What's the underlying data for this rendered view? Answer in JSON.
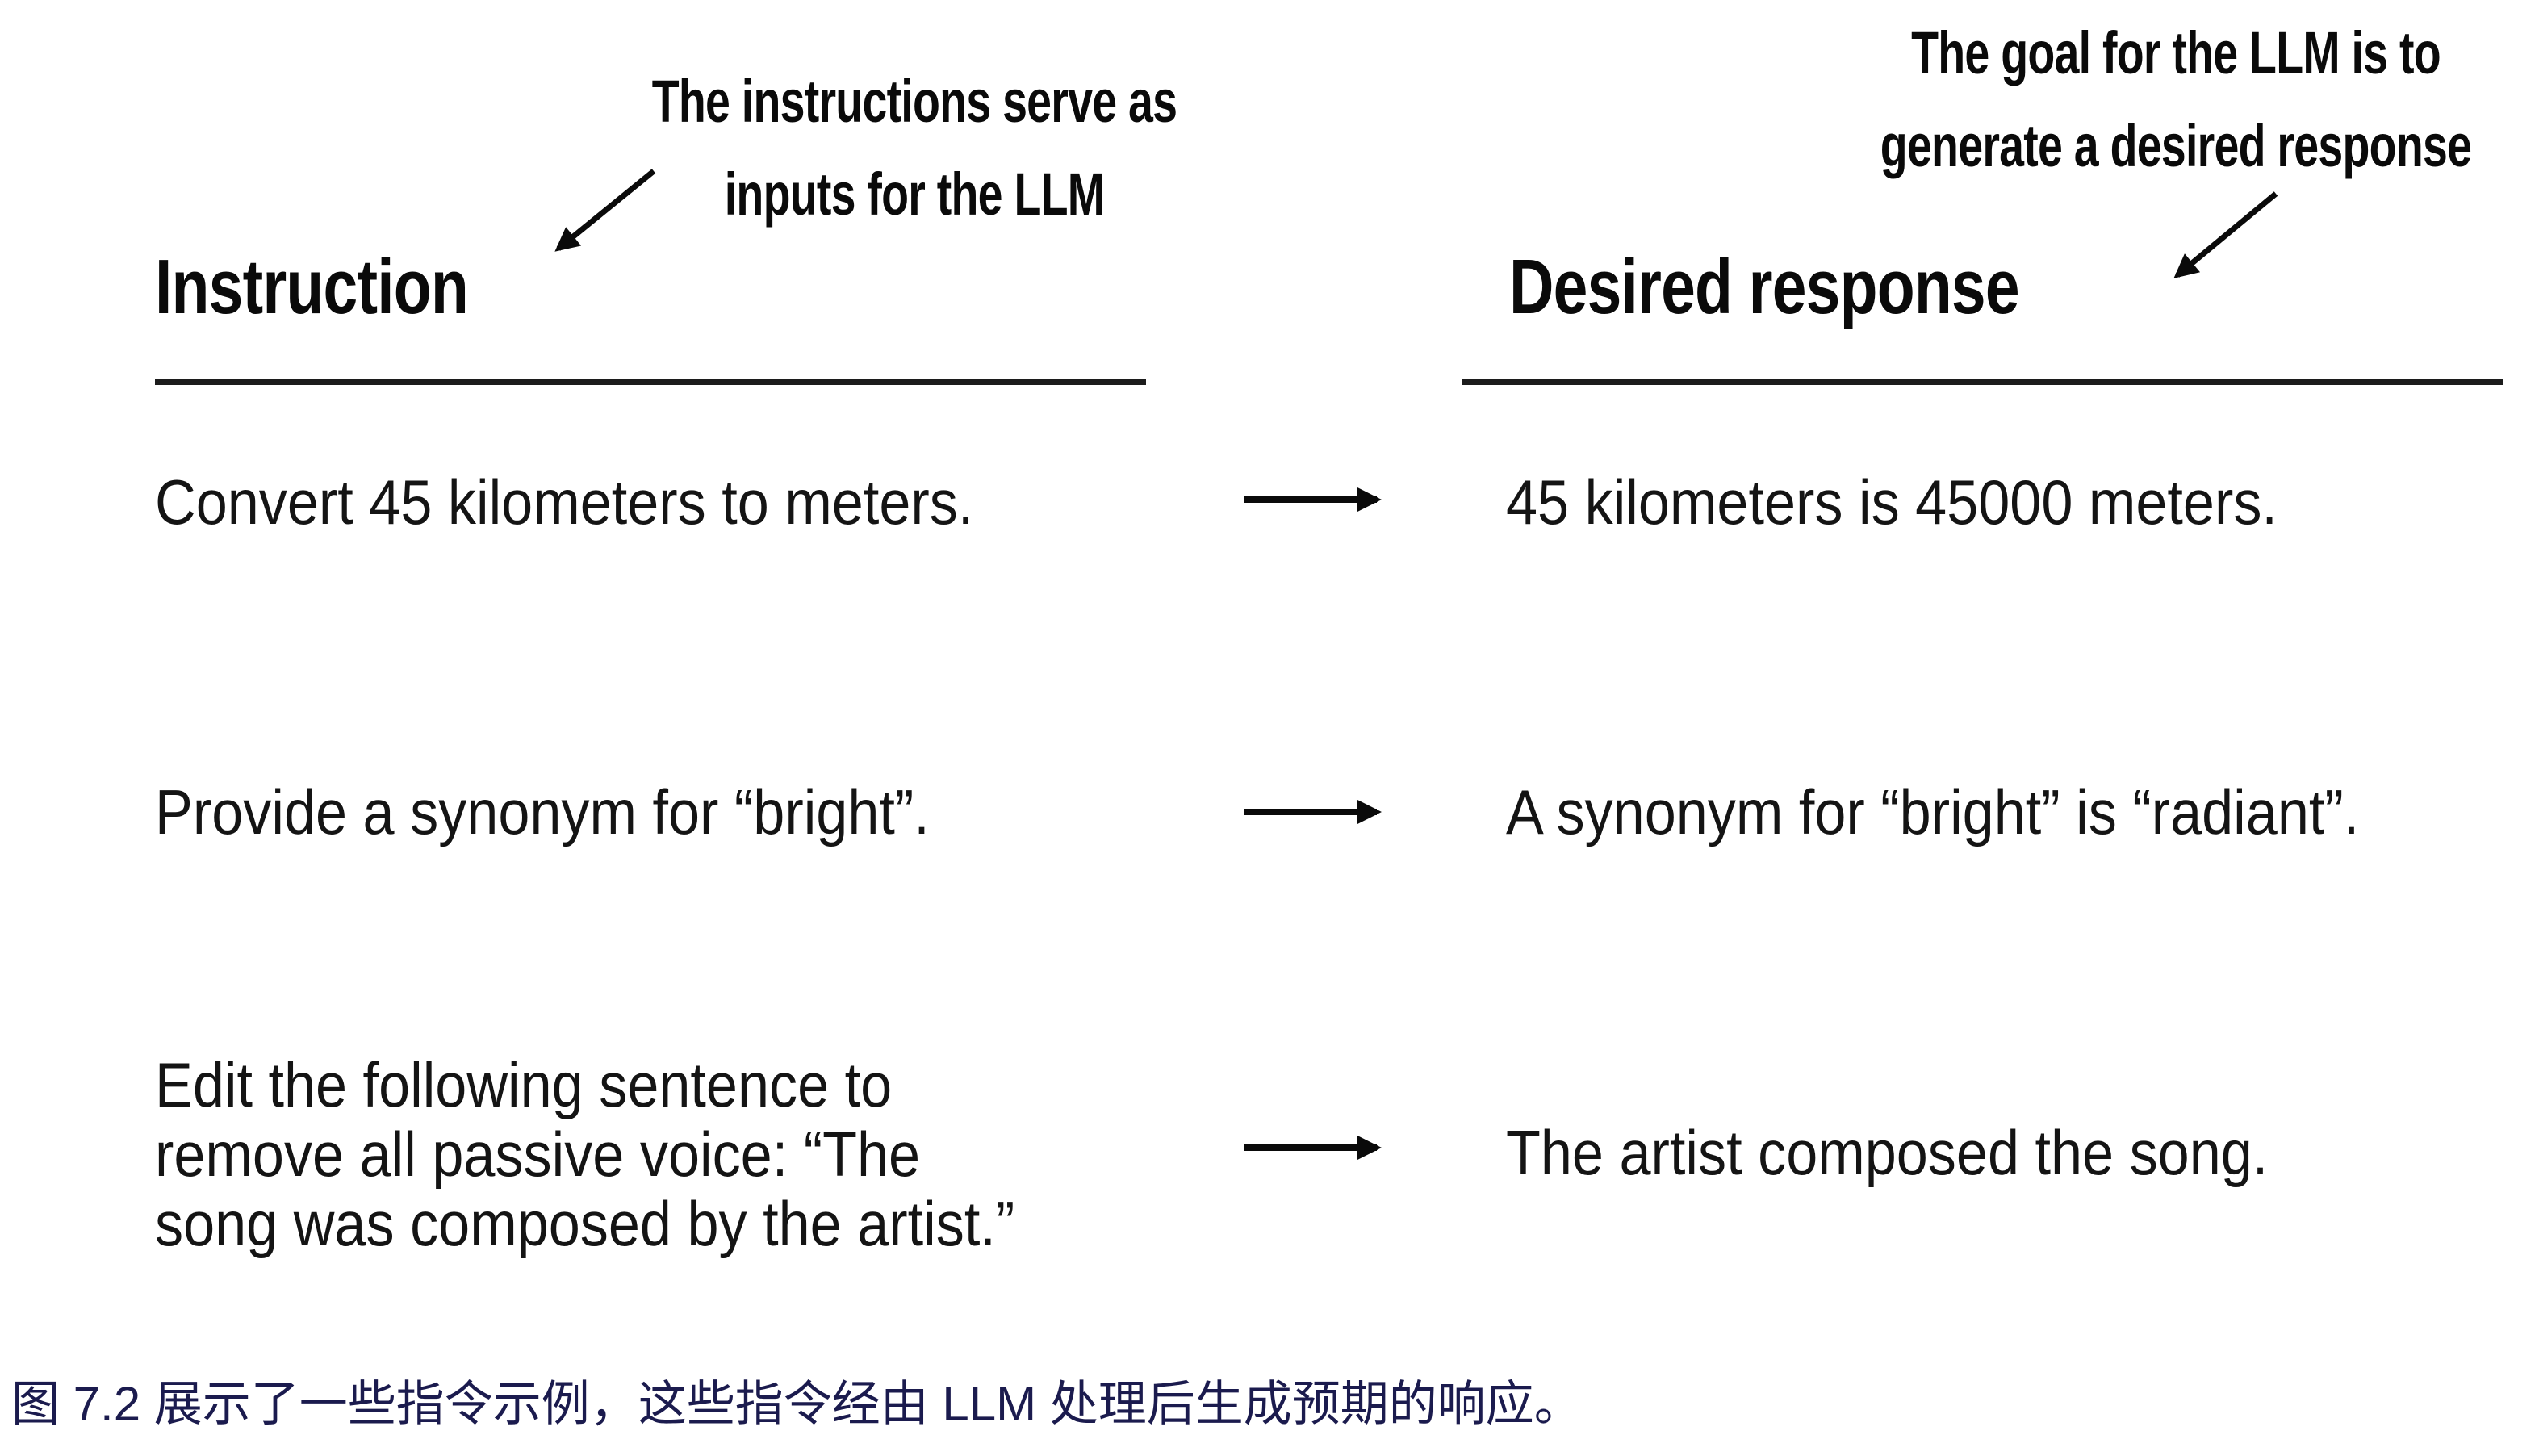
{
  "figure": {
    "annotations": {
      "left": "The instructions serve as\ninputs for the LLM",
      "right": "The goal for the LLM is to\ngenerate a desired response"
    },
    "columns": {
      "left_header": "Instruction",
      "right_header": "Desired response"
    },
    "rows": [
      {
        "instruction": "Convert 45 kilometers to meters.",
        "response": "45 kilometers is 45000 meters."
      },
      {
        "instruction": "Provide a synonym for “bright”.",
        "response": "A synonym for “bright” is “radiant”."
      },
      {
        "instruction": "Edit the following sentence to\nremove all passive voice: “The\nsong was composed by the artist.”",
        "response": "The artist composed the song."
      }
    ],
    "caption": "图 7.2 展示了一些指令示例，这些指令经由 LLM 处理后生成预期的响应。",
    "icons": {
      "row_arrow": "right-arrow",
      "annotation_arrow": "down-left-arrow"
    },
    "colors": {
      "background": "#ffffff",
      "text": "#0d0d0d",
      "caption": "#1b1b4e",
      "arrow": "#0a0a0a"
    }
  }
}
